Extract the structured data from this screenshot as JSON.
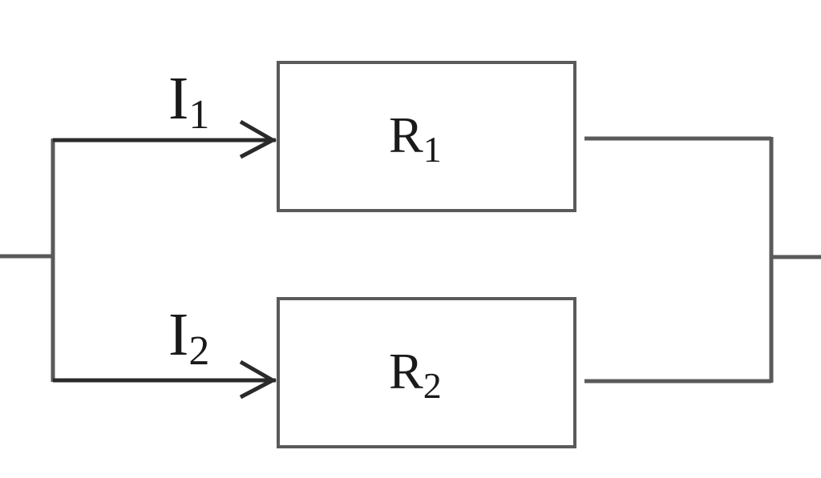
{
  "diagram": {
    "type": "parallel-circuit",
    "colors": {
      "wire": "#5a5a5a",
      "arrow": "#2a2a2a",
      "text": "#1a1a1a",
      "background": "#ffffff"
    },
    "branches": [
      {
        "current_label": "I",
        "current_subscript": "1",
        "resistor_label": "R",
        "resistor_subscript": "1",
        "arrow_icon": "arrow-right-icon"
      },
      {
        "current_label": "I",
        "current_subscript": "2",
        "resistor_label": "R",
        "resistor_subscript": "2",
        "arrow_icon": "arrow-right-icon"
      }
    ]
  }
}
